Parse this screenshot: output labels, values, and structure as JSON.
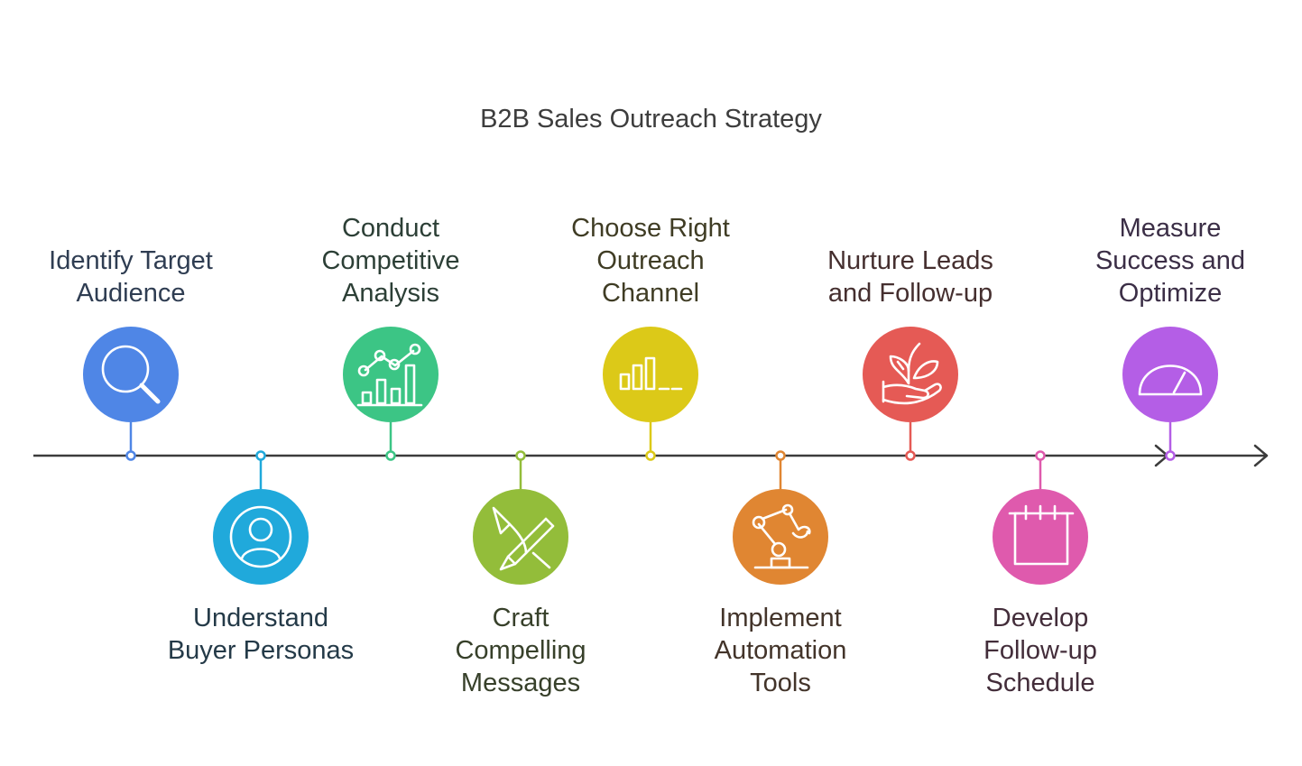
{
  "title": "B2B Sales Outreach Strategy",
  "steps": [
    {
      "lines": [
        "Identify Target",
        "Audience"
      ],
      "color": "#4f86e6",
      "label_color": "#2f3d52",
      "icon": "magnifier-icon",
      "side": "top"
    },
    {
      "lines": [
        "Understand",
        "Buyer Personas"
      ],
      "color": "#20a9db",
      "label_color": "#243a48",
      "icon": "person-icon",
      "side": "bottom"
    },
    {
      "lines": [
        "Conduct",
        "Competitive",
        "Analysis"
      ],
      "color": "#3cc585",
      "label_color": "#2c3f36",
      "icon": "growth-chart-icon",
      "side": "top"
    },
    {
      "lines": [
        "Craft",
        "Compelling",
        "Messages"
      ],
      "color": "#93bd3a",
      "label_color": "#37402a",
      "icon": "pen-and-brush-icon",
      "side": "bottom"
    },
    {
      "lines": [
        "Choose Right",
        "Outreach",
        "Channel"
      ],
      "color": "#dcc918",
      "label_color": "#3f3c24",
      "icon": "bar-chart-icon",
      "side": "top"
    },
    {
      "lines": [
        "Implement",
        "Automation",
        "Tools"
      ],
      "color": "#e08632",
      "label_color": "#43342a",
      "icon": "robot-arm-icon",
      "side": "bottom"
    },
    {
      "lines": [
        "Nurture Leads",
        "and Follow-up"
      ],
      "color": "#e55a55",
      "label_color": "#452f2f",
      "icon": "hand-with-plant-icon",
      "side": "top"
    },
    {
      "lines": [
        "Develop",
        "Follow-up",
        "Schedule"
      ],
      "color": "#df5aad",
      "label_color": "#432d3a",
      "icon": "calendar-icon",
      "side": "bottom"
    },
    {
      "lines": [
        "Measure",
        "Success and",
        "Optimize"
      ],
      "color": "#b45ee6",
      "label_color": "#3b2e46",
      "icon": "gauge-icon",
      "side": "top"
    }
  ]
}
